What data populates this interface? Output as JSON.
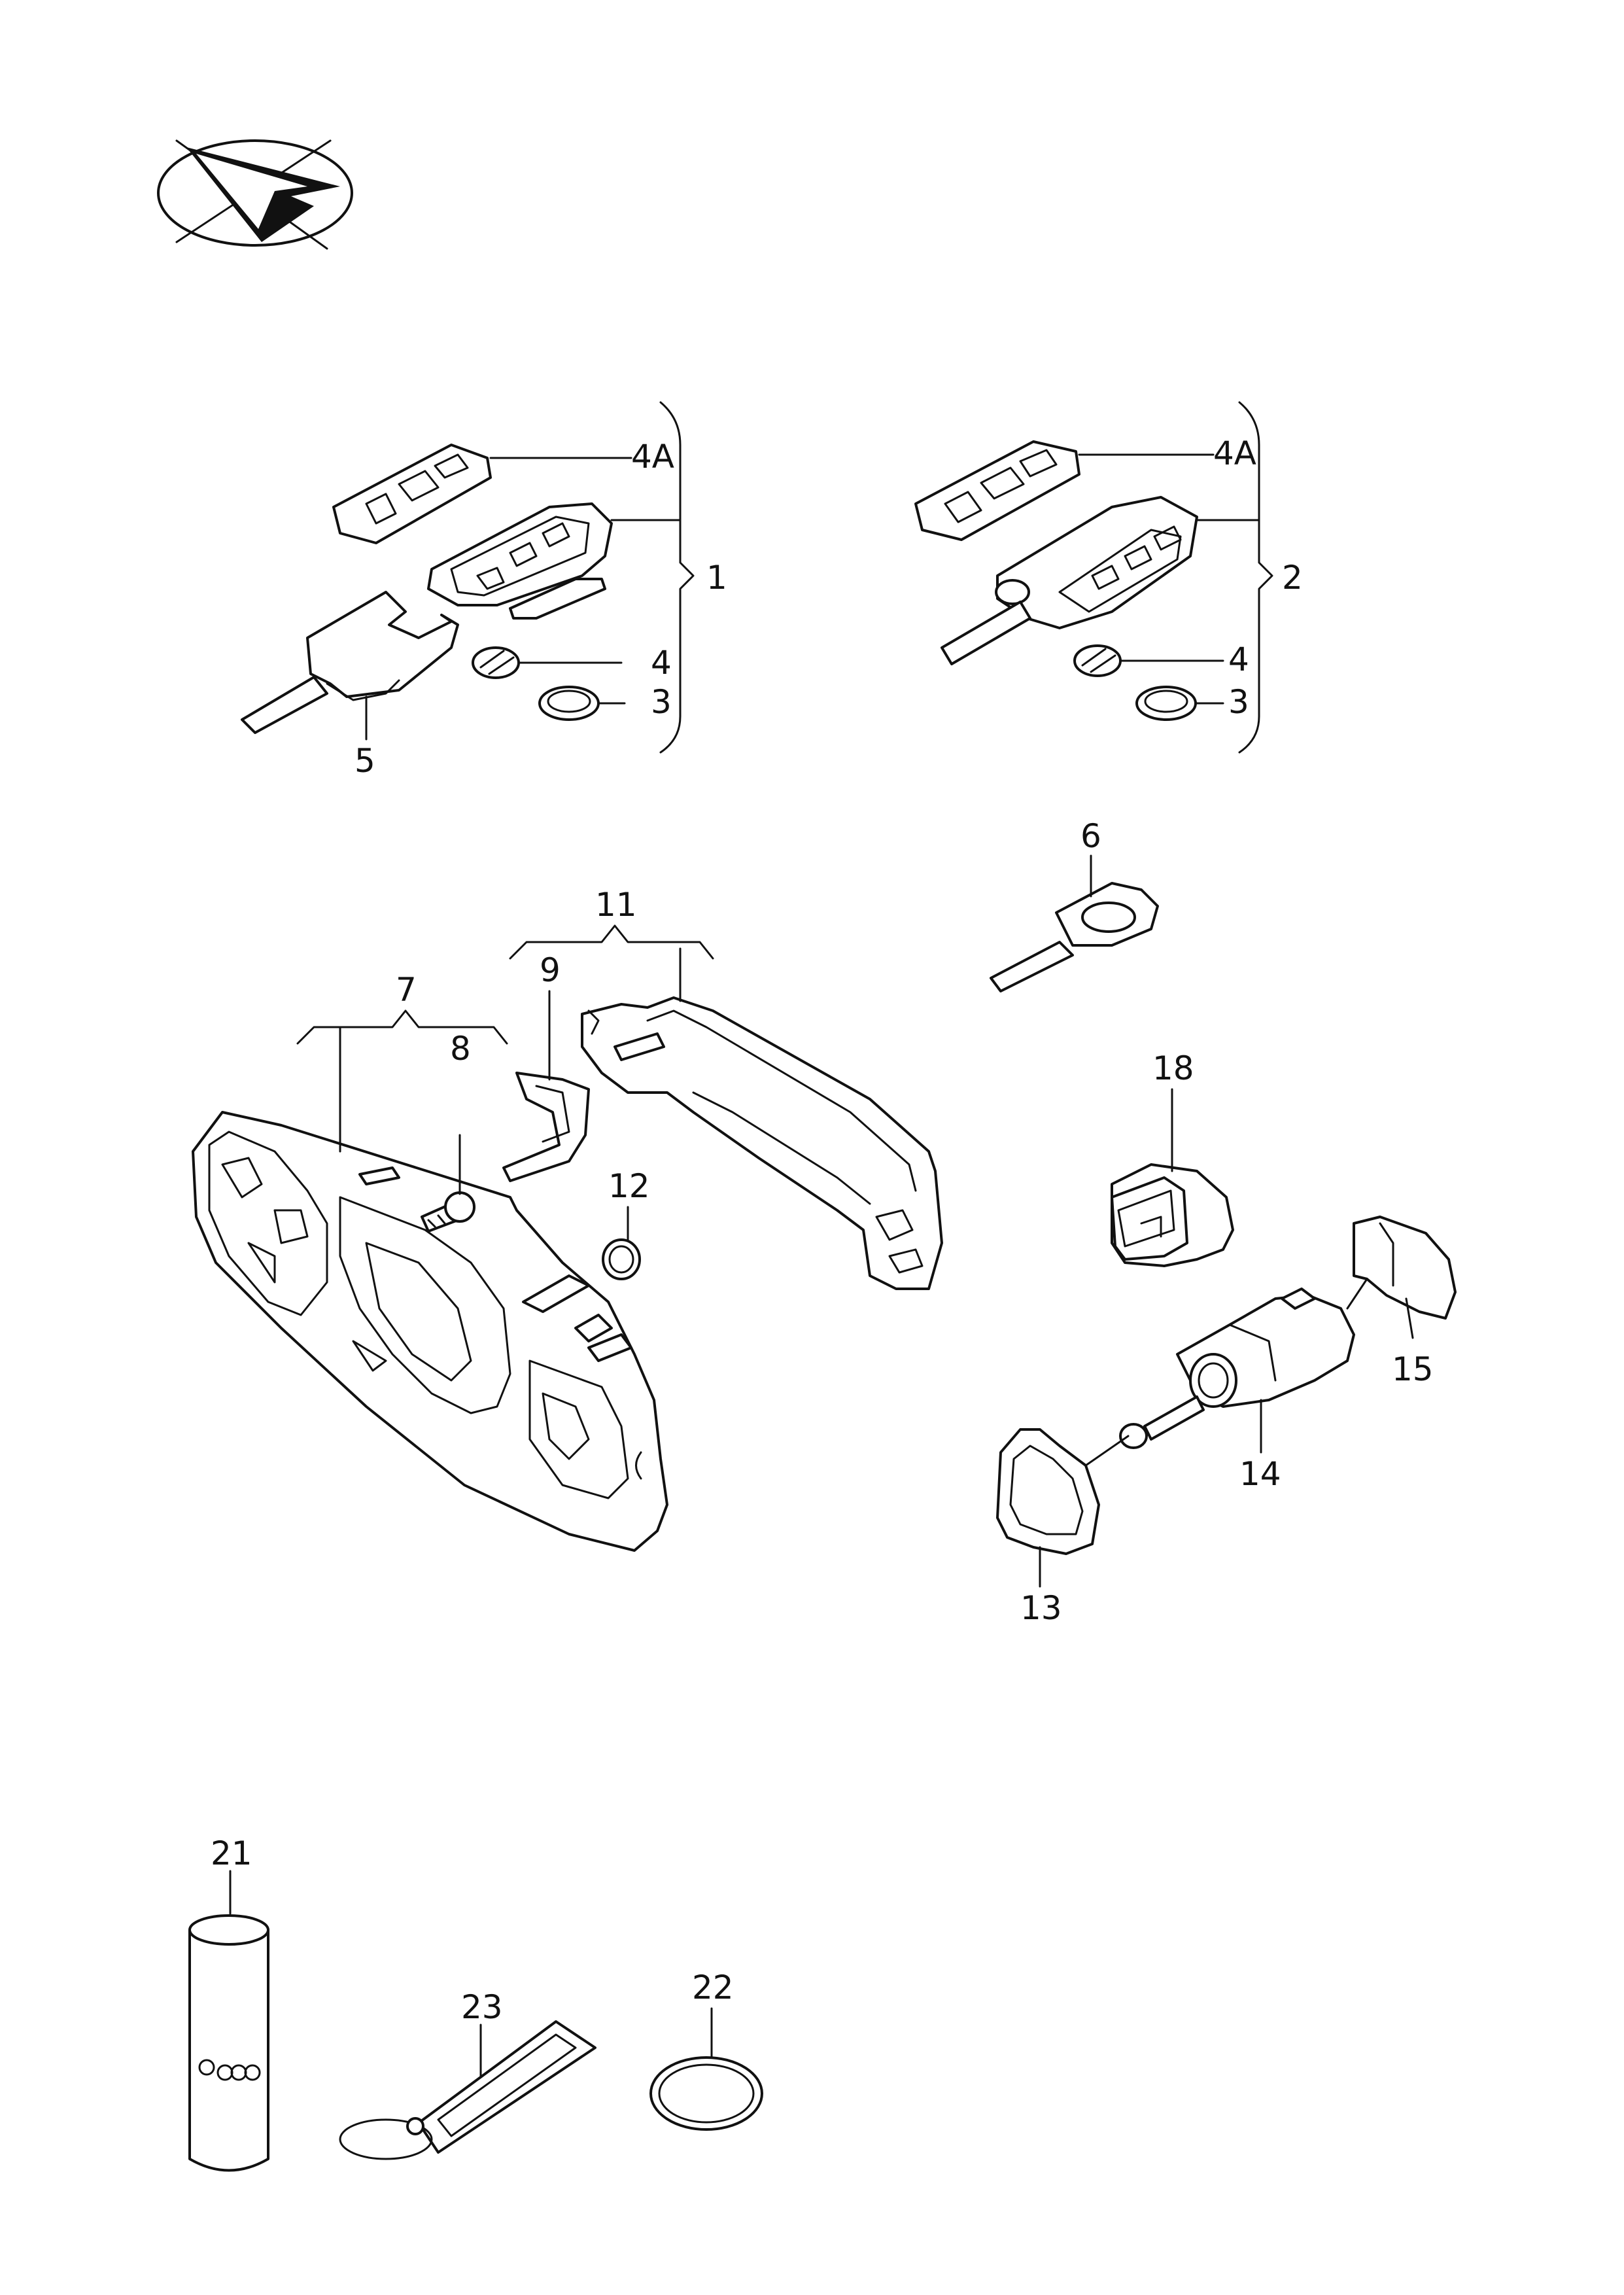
{
  "labels": {
    "p1": "1",
    "p2": "2",
    "p3a": "3",
    "p3b": "3",
    "p4a": "4",
    "p4b": "4",
    "p4Aa": "4A",
    "p4Ab": "4A",
    "p5": "5",
    "p6": "6",
    "p7": "7",
    "p8": "8",
    "p9": "9",
    "p11": "11",
    "p12": "12",
    "p13": "13",
    "p14": "14",
    "p15": "15",
    "p18": "18",
    "p21": "21",
    "p22": "22",
    "p23": "23"
  },
  "colors": {
    "line": "#111111",
    "background": "#ffffff"
  },
  "icons": {
    "orientation": "direction-arrow-icon"
  }
}
